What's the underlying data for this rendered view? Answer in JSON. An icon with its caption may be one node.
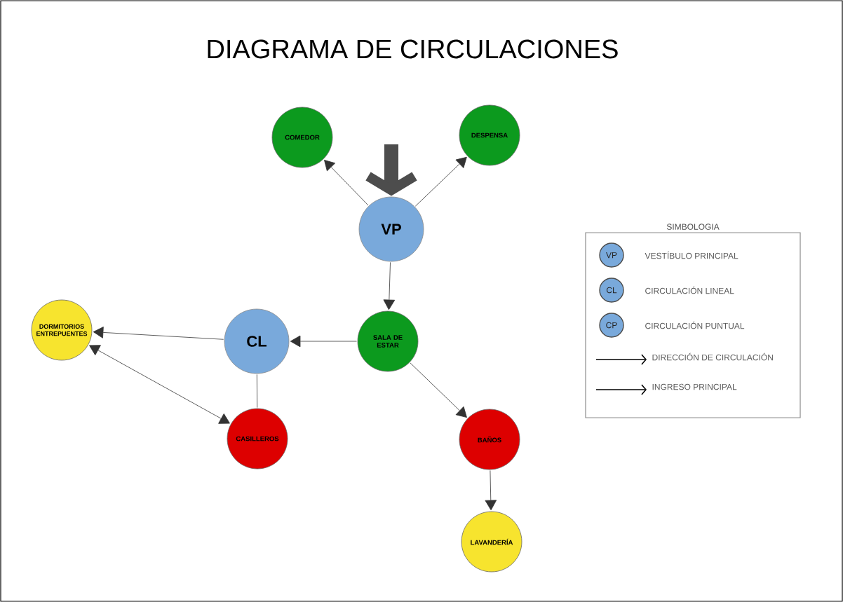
{
  "diagram": {
    "title": "DIAGRAMA DE CIRCULACIONES",
    "nodes": [
      {
        "text": [
          "COMEDOR"
        ]
      },
      {
        "text": [
          "DESPENSA"
        ]
      },
      {
        "text": [
          "VP"
        ]
      },
      {
        "text": [
          "SALA DE ESTAR"
        ]
      },
      {
        "text": [
          "CL"
        ]
      },
      {
        "text": [
          "DORMITORIOS ENTREPUENTES"
        ]
      },
      {
        "text": [
          "CASILLEROS"
        ]
      },
      {
        "text": [
          "BAÑOS"
        ]
      },
      {
        "text": [
          "LAVANDERÍA"
        ]
      },
      {
        "text": [
          "SIMBOLOGIA"
        ]
      },
      {
        "text": [
          "VP"
        ],
        "in": 9,
        "beside": [
          "VESTÍBULO PRINCIPAL"
        ]
      },
      {
        "text": [
          "CL"
        ],
        "in": 9,
        "beside": [
          "CIRCULACIÓN LINEAL"
        ]
      },
      {
        "text": [
          "CP"
        ],
        "in": 9,
        "beside": [
          "CIRCULACIÓN PUNTUAL"
        ]
      }
    ],
    "edges": [
      {
        "from": null,
        "to": 2,
        "arrow": "to",
        "style": "thick",
        "color": "#4d4d4d"
      },
      {
        "from": 2,
        "to": 0,
        "arrow": "to"
      },
      {
        "from": 2,
        "to": 1,
        "arrow": "to"
      },
      {
        "from": 2,
        "to": 3,
        "arrow": "to"
      },
      {
        "from": 3,
        "to": 4,
        "arrow": "to"
      },
      {
        "from": 4,
        "to": 5,
        "arrow": "to"
      },
      {
        "from": 4,
        "to": 6,
        "arrow": "none"
      },
      {
        "from": 6,
        "to": 5,
        "arrow": "both"
      },
      {
        "from": 3,
        "to": 7,
        "arrow": "to"
      },
      {
        "from": 7,
        "to": 8,
        "arrow": "to"
      }
    ],
    "legend": [
      {
        "text": "DIRECCIÓN DE CIRCULACIÓN"
      },
      {
        "text": "INGRESO PRINCIPAL"
      }
    ]
  }
}
